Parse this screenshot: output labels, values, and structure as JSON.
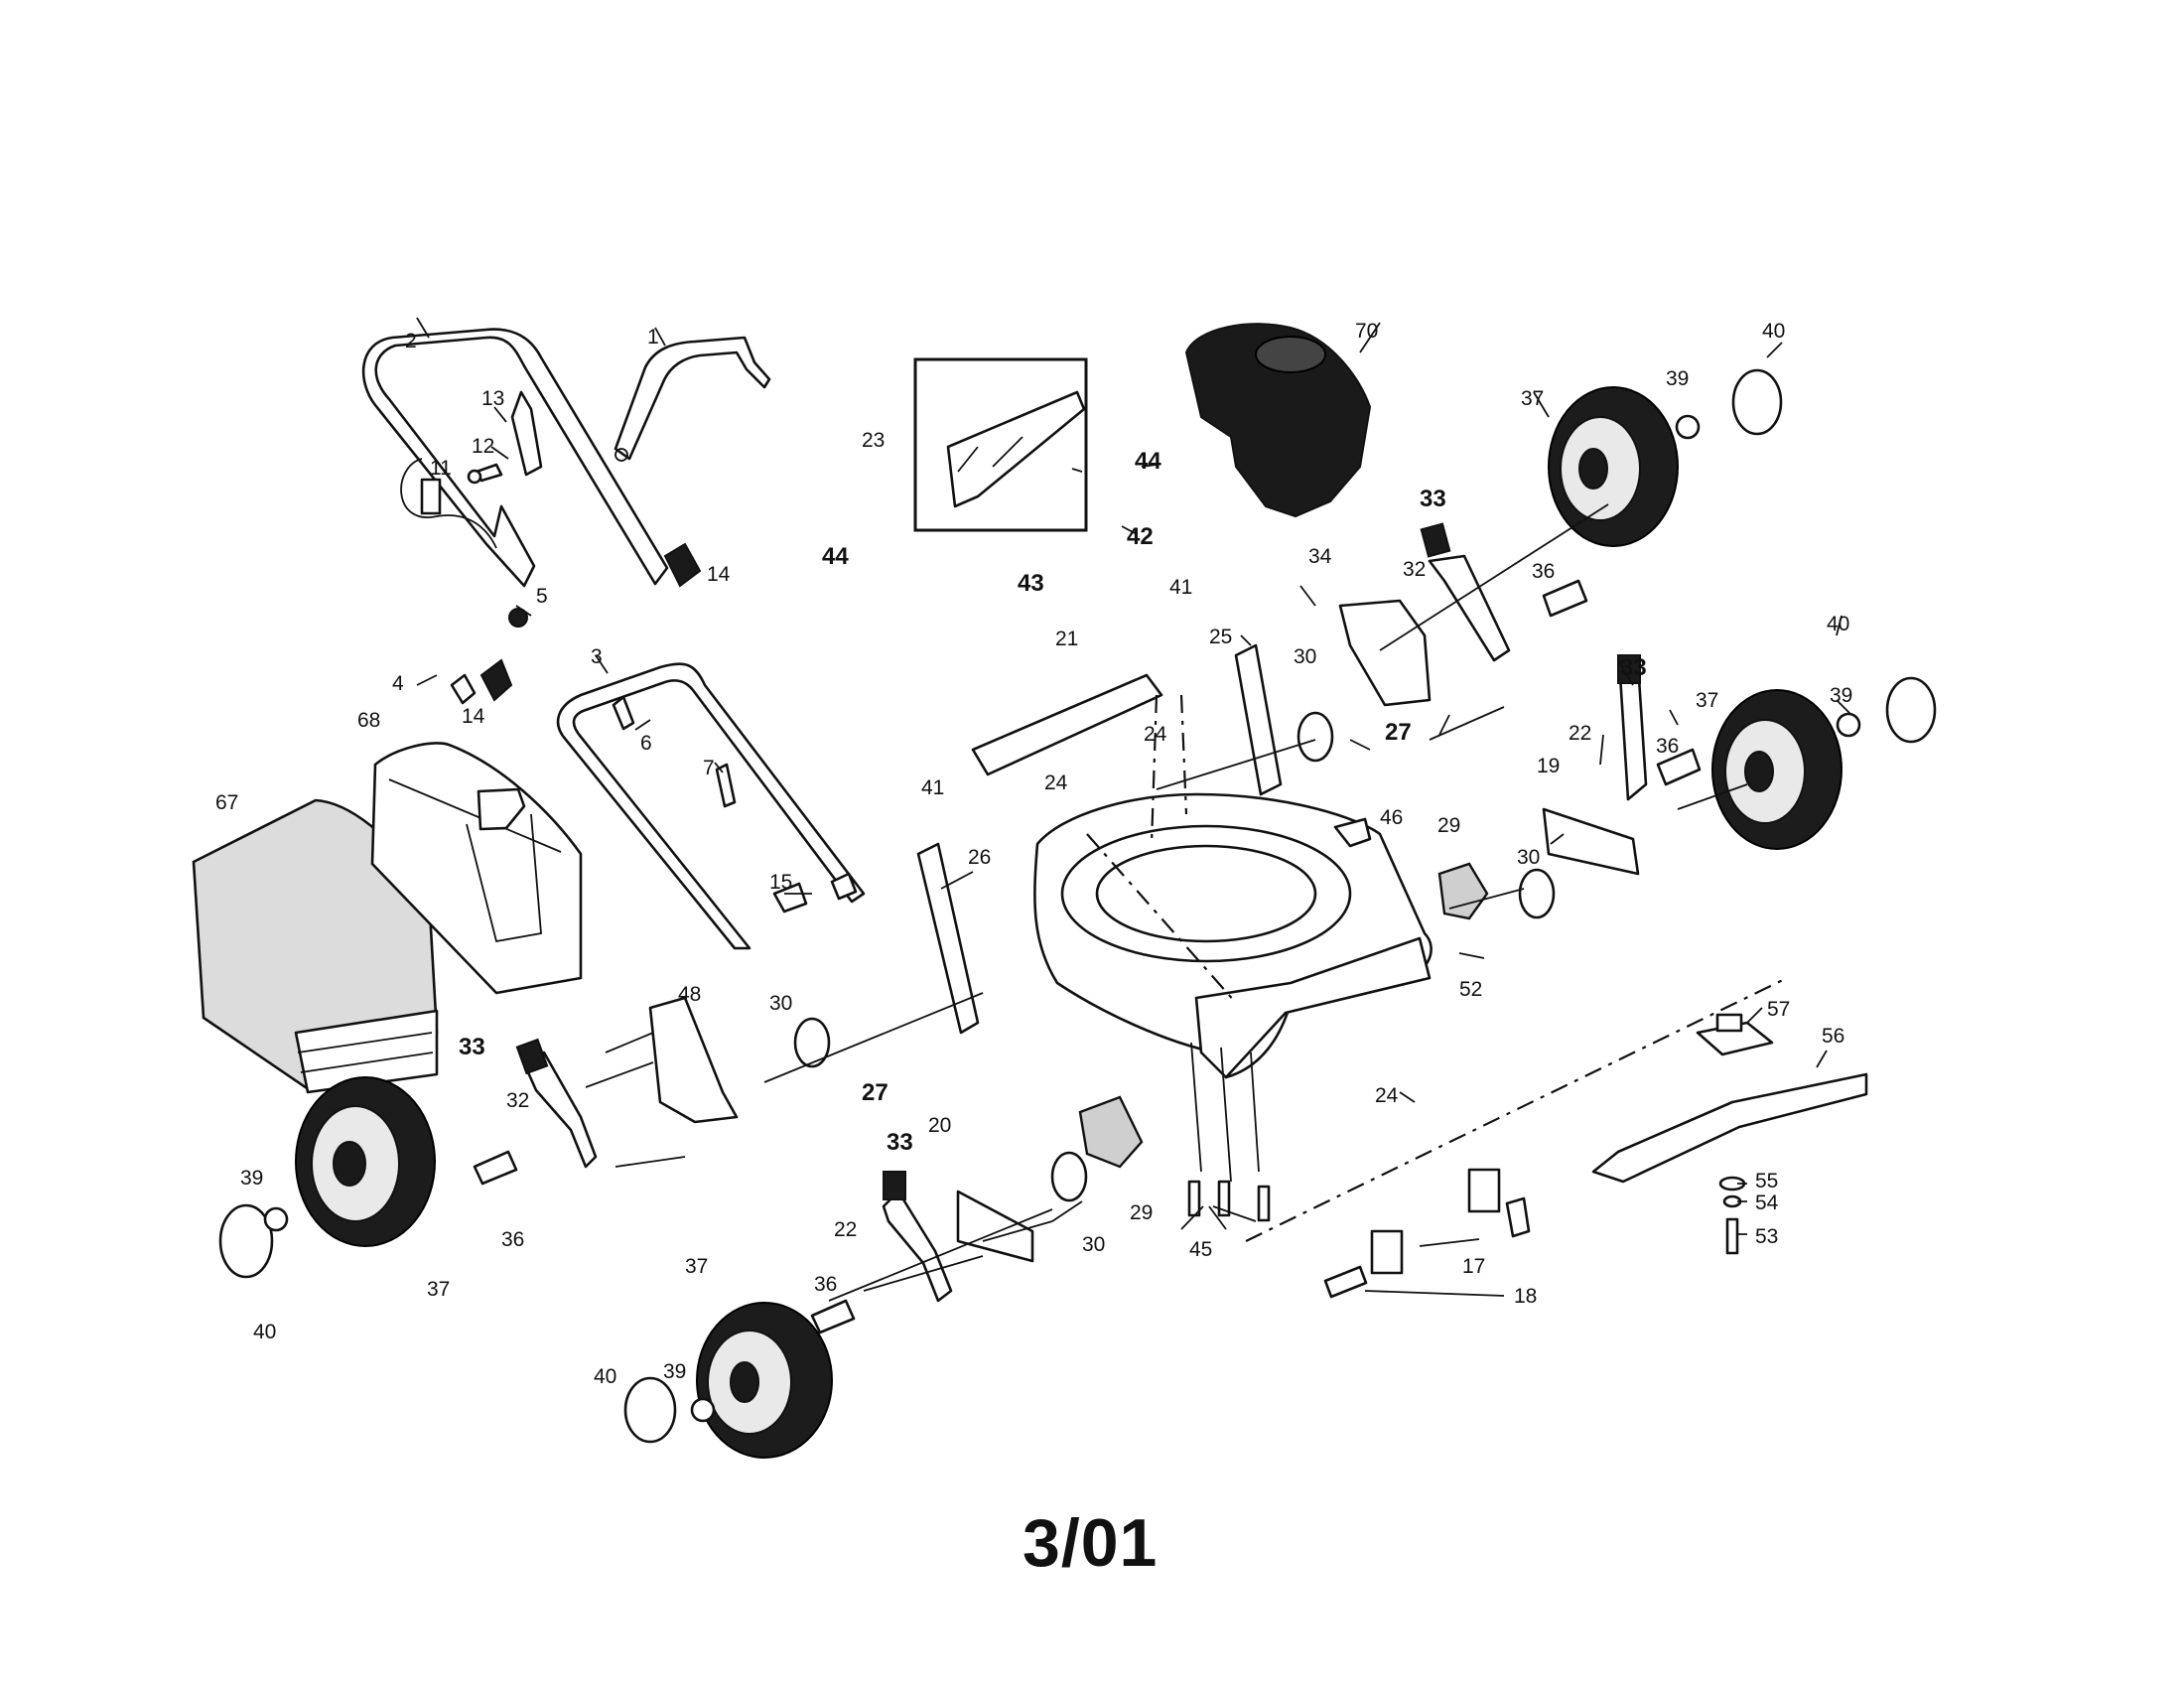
{
  "date_code": "3/01",
  "callouts": {
    "c1": "1",
    "c2": "2",
    "c3": "3",
    "c4": "4",
    "c5": "5",
    "c6": "6",
    "c7": "7",
    "c11": "11",
    "c12": "12",
    "c13": "13",
    "c14a": "14",
    "c14b": "14",
    "c15": "15",
    "c17": "17",
    "c18": "18",
    "c19": "19",
    "c20": "20",
    "c21": "21",
    "c22a": "22",
    "c22b": "22",
    "c23": "23",
    "c24a": "24",
    "c24b": "24",
    "c24c": "24",
    "c25": "25",
    "c26": "26",
    "c27a": "27",
    "c27b": "27",
    "c29a": "29",
    "c29b": "29",
    "c30a": "30",
    "c30b": "30",
    "c30c": "30",
    "c30d": "30",
    "c32a": "32",
    "c32b": "32",
    "c33a": "33",
    "c33b": "33",
    "c33c": "33",
    "c33d": "33",
    "c34": "34",
    "c36a": "36",
    "c36b": "36",
    "c36c": "36",
    "c36d": "36",
    "c37a": "37",
    "c37b": "37",
    "c37c": "37",
    "c37d": "37",
    "c39a": "39",
    "c39b": "39",
    "c39c": "39",
    "c39d": "39",
    "c40a": "40",
    "c40b": "40",
    "c40c": "40",
    "c40d": "40",
    "c41a": "41",
    "c41b": "41",
    "c42": "42",
    "c43": "43",
    "c44a": "44",
    "c44b": "44",
    "c45": "45",
    "c46": "46",
    "c48": "48",
    "c52": "52",
    "c53": "53",
    "c54": "54",
    "c55": "55",
    "c56": "56",
    "c57": "57",
    "c67": "67",
    "c68": "68",
    "c70": "70"
  }
}
